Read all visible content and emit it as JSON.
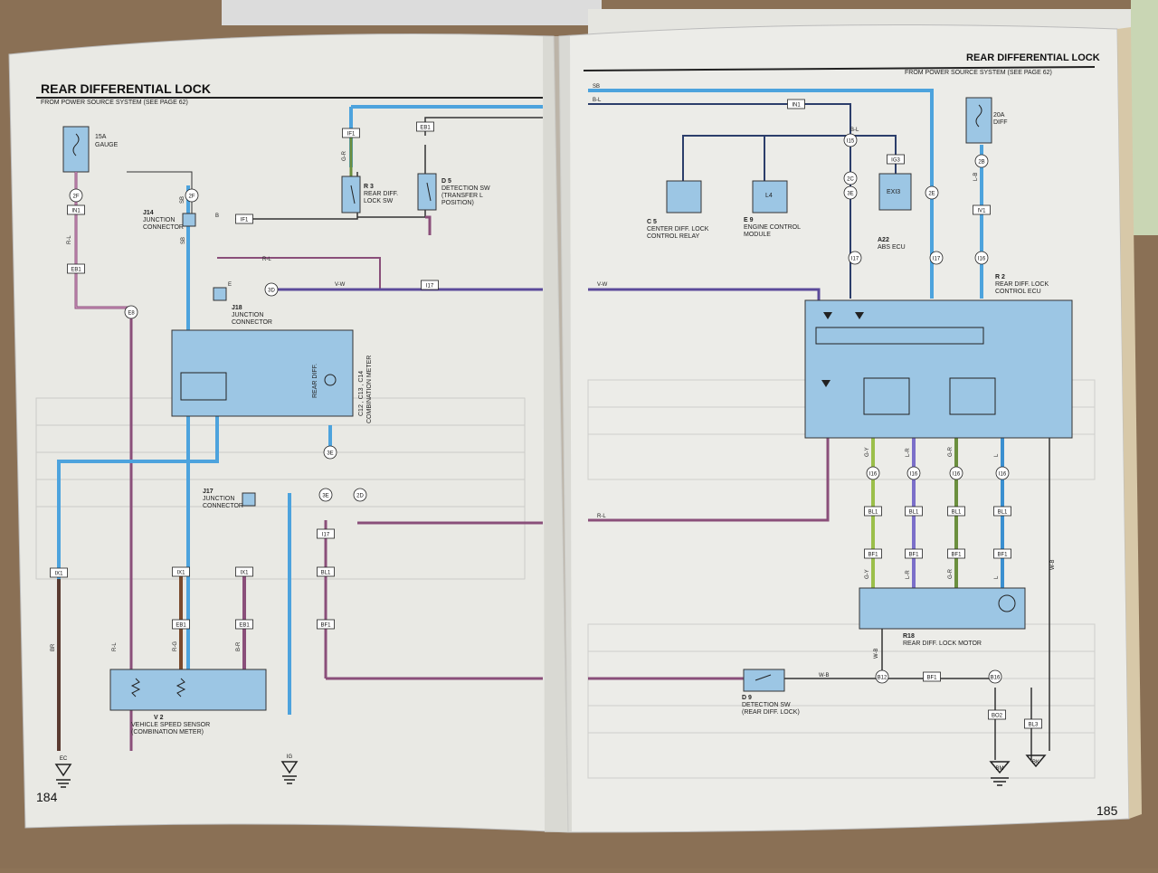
{
  "left_page": {
    "title": "REAR DIFFERENTIAL LOCK",
    "source_note": "FROM POWER SOURCE SYSTEM (SEE PAGE 62)",
    "page_number": "184",
    "fuse": {
      "rating": "15A",
      "name": "GAUGE"
    },
    "components": {
      "r3": {
        "code": "R 3",
        "line1": "REAR DIFF.",
        "line2": "LOCK SW"
      },
      "d5": {
        "code": "D 5",
        "line1": "DETECTION SW",
        "line2": "(TRANSFER L",
        "line3": "POSITION)"
      },
      "j14": {
        "code": "J14",
        "line1": "JUNCTION",
        "line2": "CONNECTOR"
      },
      "j18": {
        "code": "J18",
        "line1": "JUNCTION",
        "line2": "CONNECTOR"
      },
      "j17": {
        "code": "J17",
        "line1": "JUNCTION",
        "line2": "CONNECTOR"
      },
      "meter": {
        "code": "C12 , C13 , C14",
        "name": "COMBINATION METER",
        "lamp": "REAR DIFF."
      },
      "v2": {
        "code": "V 2",
        "line1": "VEHICLE SPEED SENSOR",
        "line2": "(COMBINATION METER)"
      }
    },
    "connectors": [
      "2F",
      "2F",
      "IN1",
      "EB1",
      "IF1",
      "IF1",
      "EB1",
      "E8",
      "3D",
      "I17",
      "IX1",
      "IX1",
      "IX1",
      "EB1",
      "EB1",
      "I17",
      "BL1",
      "BF1",
      "3E",
      "3E",
      "2D"
    ],
    "grounds": [
      "EC",
      "IG"
    ],
    "wire_labels": [
      "R-L",
      "SB",
      "G-R",
      "B",
      "V-W",
      "R-L",
      "BR",
      "R-G",
      "B-R",
      "R-L",
      "SB",
      "E"
    ]
  },
  "right_page": {
    "header": "REAR DIFFERENTIAL LOCK",
    "source_note": "FROM POWER SOURCE SYSTEM (SEE PAGE 62)",
    "page_number": "185",
    "fuse": {
      "rating": "20A",
      "name": "DIFF"
    },
    "components": {
      "c5": {
        "code": "C 5",
        "line1": "CENTER DIFF. LOCK",
        "line2": "CONTROL RELAY"
      },
      "e9": {
        "code": "E 9",
        "line1": "ENGINE CONTROL",
        "line2": "MODULE",
        "pin": "L4"
      },
      "a22": {
        "code": "A22",
        "line1": "ABS ECU",
        "pin": "EXI3"
      },
      "r2": {
        "code": "R 2",
        "line1": "REAR DIFF. LOCK",
        "line2": "CONTROL ECU"
      },
      "r18": {
        "code": "R18",
        "line1": "REAR DIFF. LOCK MOTOR"
      },
      "d9": {
        "code": "D 9",
        "line1": "DETECTION SW",
        "line2": "(REAR DIFF. LOCK)"
      }
    },
    "connectors": [
      "IN1",
      "I15",
      "IG3",
      "2C",
      "2E",
      "3E",
      "I17",
      "I17",
      "I16",
      "IV1",
      "2B",
      "I16",
      "I16",
      "I16",
      "I16",
      "BL1",
      "BL1",
      "BL1",
      "BL1",
      "BF1",
      "BF1",
      "BF1",
      "BF1",
      "B12",
      "BF1",
      "B16",
      "BO2",
      "BL3"
    ],
    "grounds": [
      "BM",
      "BK"
    ],
    "wire_labels": [
      "SB",
      "B-L",
      "B-L",
      "V-W",
      "R-L",
      "W-B",
      "W-B",
      "G-Y",
      "L-R",
      "G-R",
      "L",
      "L-B",
      "W-B",
      "G-Y",
      "L-R",
      "G-R",
      "L"
    ]
  }
}
